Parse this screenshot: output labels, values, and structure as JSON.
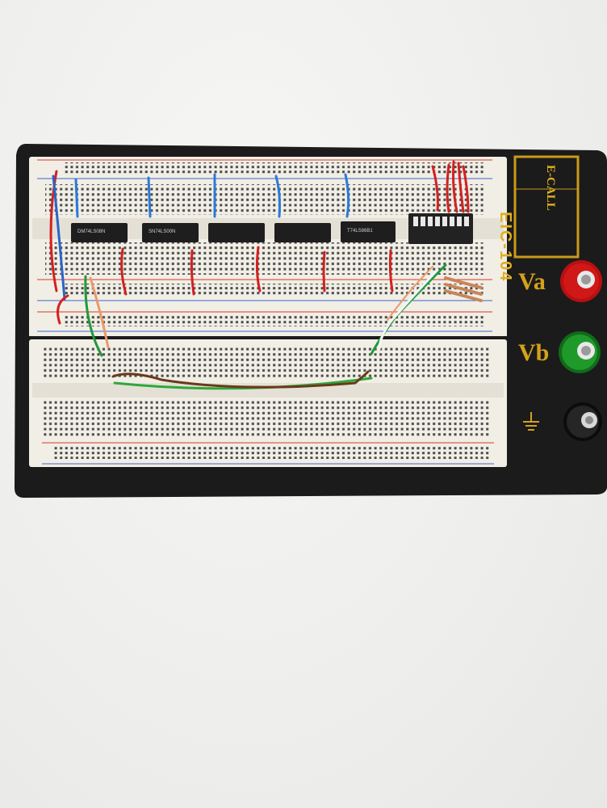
{
  "board": {
    "model": "EIC-104",
    "brand": "E-CALL",
    "terminals": [
      {
        "label": "Va",
        "color": "#d01818"
      },
      {
        "label": "Vb",
        "color": "#1f9a2a"
      },
      {
        "label": "ground-symbol",
        "color": "#1a1a1a"
      }
    ]
  },
  "chips": [
    {
      "marking": "DM74LS08N"
    },
    {
      "marking": "SN74LS00N"
    },
    {
      "marking": ""
    },
    {
      "marking": ""
    },
    {
      "marking": "T74LS86B1"
    }
  ],
  "colors": {
    "board_black": "#1b1b1b",
    "breadboard_white": "#f1eee6",
    "rail_red": "#d23a2a",
    "rail_blue": "#3a66c8",
    "gold": "#d4a11a"
  }
}
